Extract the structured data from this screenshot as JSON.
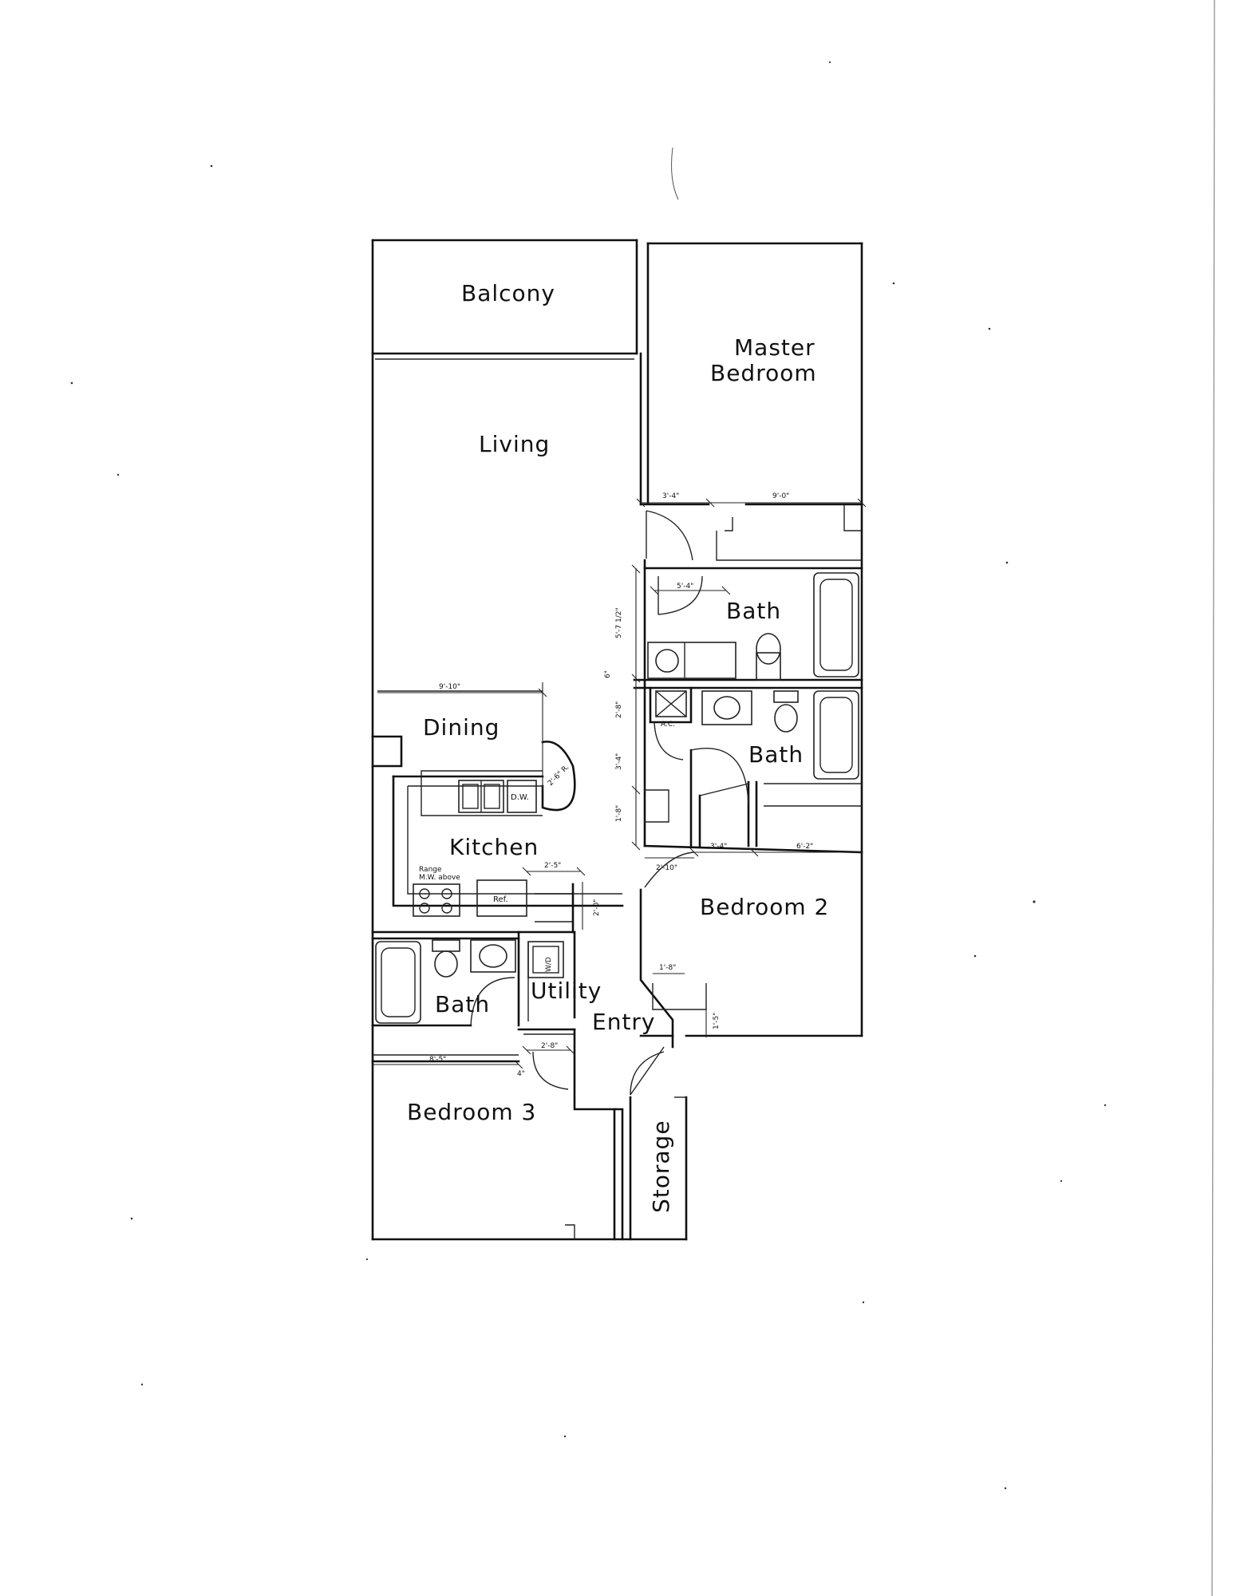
{
  "rooms": {
    "balcony": "Balcony",
    "master_bedroom_1": "Master",
    "master_bedroom_2": "Bedroom",
    "living": "Living",
    "bath_master": "Bath",
    "dining": "Dining",
    "bath_2": "Bath",
    "kitchen": "Kitchen",
    "bedroom_2": "Bedroom  2",
    "bath_3": "Bath",
    "utility": "Utility",
    "entry": "Entry",
    "bedroom_3": "Bedroom  3",
    "storage": "Storage"
  },
  "fixtures": {
    "dishwasher": "D.W.",
    "range_1": "Range",
    "range_2": "M.W. above",
    "refrigerator": "Ref.",
    "washer_dryer": "W/D",
    "ac_unit": "A.C.",
    "radius": "2'-6\" R."
  },
  "dimensions": {
    "master_closet_door": "3'-4\"",
    "master_closet": "9'-0\"",
    "master_bath_width": "5'-4\"",
    "master_bath_depth": "5'-7 1/2\"",
    "wall_thickness": "6\"",
    "ac_closet": "2'-8\"",
    "hall_a": "3'-4\"",
    "hall_b": "1'-8\"",
    "dining_width": "9'-10\"",
    "pantry_width": "2'-5\"",
    "pantry_depth": "2'-0\"",
    "bed2_door": "2'-10\"",
    "bed2_closet_a": "3'-4\"",
    "bed2_closet_b": "6'-2\"",
    "entry_closet_w": "1'-8\"",
    "entry_closet_d": "1'-5\"",
    "bath3_width": "8'-5\"",
    "utility_door": "2'-8\"",
    "offset": "4\""
  }
}
